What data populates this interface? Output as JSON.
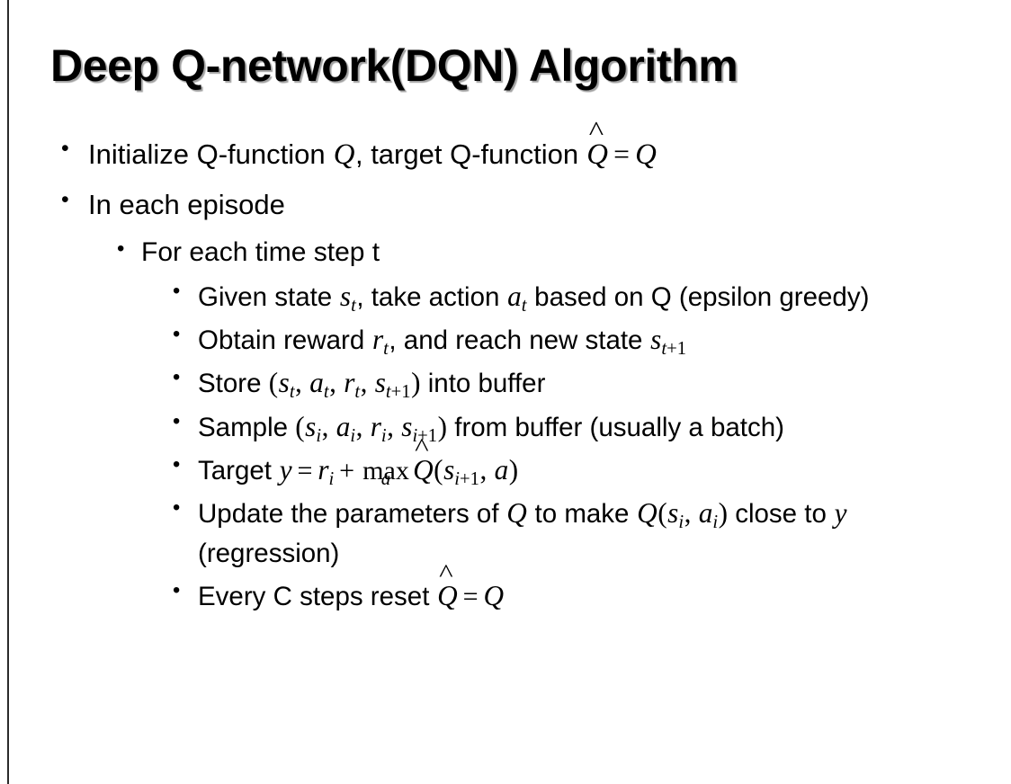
{
  "slide": {
    "title": "Deep Q-network(DQN) Algorithm",
    "background_color": "#ffffff",
    "text_color": "#000000",
    "accent_rule_color": "#2b2b2b",
    "bullet_marker": "•"
  },
  "content": {
    "items": [
      {
        "level": 1,
        "name": "bullet-initialize",
        "plain_text": "Initialize Q-function Q, target Q-function Q̂ = Q",
        "parts": [
          {
            "t": "text",
            "v": "Initialize Q-function "
          },
          {
            "t": "math",
            "v": "Q"
          },
          {
            "t": "text",
            "v": ", target Q-function "
          },
          {
            "t": "math-hat",
            "v": "Q"
          },
          {
            "t": "op",
            "v": "="
          },
          {
            "t": "math",
            "v": "Q"
          }
        ]
      },
      {
        "level": 1,
        "name": "bullet-in-each-episode",
        "plain_text": "In each episode",
        "parts": [
          {
            "t": "text",
            "v": "In each episode"
          }
        ]
      },
      {
        "level": 2,
        "name": "bullet-for-each-time-step",
        "plain_text": "For each time step t",
        "parts": [
          {
            "t": "text",
            "v": "For each time step t"
          }
        ]
      },
      {
        "level": 3,
        "name": "bullet-given-state",
        "plain_text": "Given state s_t, take action a_t based on Q (epsilon greedy)",
        "parts": [
          {
            "t": "text",
            "v": "Given state "
          },
          {
            "t": "math",
            "v": "s",
            "sub": "t"
          },
          {
            "t": "text",
            "v": ", take action "
          },
          {
            "t": "math",
            "v": "a",
            "sub": "t"
          },
          {
            "t": "text",
            "v": " based on Q (epsilon greedy)"
          }
        ]
      },
      {
        "level": 3,
        "name": "bullet-obtain-reward",
        "plain_text": "Obtain reward r_t, and reach new state s_{t+1}",
        "parts": [
          {
            "t": "text",
            "v": "Obtain reward "
          },
          {
            "t": "math",
            "v": "r",
            "sub": "t"
          },
          {
            "t": "text",
            "v": ", and reach new state "
          },
          {
            "t": "math",
            "v": "s",
            "sub": "t+1"
          }
        ]
      },
      {
        "level": 3,
        "name": "bullet-store",
        "plain_text": "Store (s_t, a_t, r_t, s_{t+1}) into buffer",
        "parts": [
          {
            "t": "text",
            "v": "Store "
          },
          {
            "t": "mupright",
            "v": "("
          },
          {
            "t": "math",
            "v": "s",
            "sub": "t"
          },
          {
            "t": "mupright",
            "v": ", "
          },
          {
            "t": "math",
            "v": "a",
            "sub": "t"
          },
          {
            "t": "mupright",
            "v": ", "
          },
          {
            "t": "math",
            "v": "r",
            "sub": "t"
          },
          {
            "t": "mupright",
            "v": ", "
          },
          {
            "t": "math",
            "v": "s",
            "sub": "t+1"
          },
          {
            "t": "mupright",
            "v": ")"
          },
          {
            "t": "text",
            "v": " into buffer"
          }
        ]
      },
      {
        "level": 3,
        "name": "bullet-sample",
        "plain_text": "Sample (s_i, a_i, r_i, s_{i+1}) from buffer (usually a batch)",
        "parts": [
          {
            "t": "text",
            "v": "Sample "
          },
          {
            "t": "mupright",
            "v": "("
          },
          {
            "t": "math",
            "v": "s",
            "sub": "i"
          },
          {
            "t": "mupright",
            "v": ", "
          },
          {
            "t": "math",
            "v": "a",
            "sub": "i"
          },
          {
            "t": "mupright",
            "v": ", "
          },
          {
            "t": "math",
            "v": "r",
            "sub": "i"
          },
          {
            "t": "mupright",
            "v": ", "
          },
          {
            "t": "math",
            "v": "s",
            "sub": "i+1"
          },
          {
            "t": "mupright",
            "v": ")"
          },
          {
            "t": "text",
            "v": " from buffer (usually a batch)"
          }
        ]
      },
      {
        "level": 3,
        "name": "bullet-target",
        "plain_text": "Target y = r_i + max_a Q̂(s_{i+1}, a)",
        "parts": [
          {
            "t": "text",
            "v": "Target "
          },
          {
            "t": "math",
            "v": "y"
          },
          {
            "t": "op",
            "v": "="
          },
          {
            "t": "math",
            "v": "r",
            "sub": "i"
          },
          {
            "t": "op",
            "v": "+"
          },
          {
            "t": "max",
            "v": "max",
            "under": "a"
          },
          {
            "t": "math-hat",
            "v": "Q"
          },
          {
            "t": "mupright",
            "v": "("
          },
          {
            "t": "math",
            "v": "s",
            "sub": "i+1"
          },
          {
            "t": "mupright",
            "v": ", "
          },
          {
            "t": "math",
            "v": "a"
          },
          {
            "t": "mupright",
            "v": ")"
          }
        ]
      },
      {
        "level": 3,
        "name": "bullet-update-parameters",
        "plain_text": "Update the parameters of Q to make Q(s_i, a_i) close to y (regression)",
        "parts": [
          {
            "t": "text",
            "v": "Update the parameters of "
          },
          {
            "t": "math",
            "v": "Q"
          },
          {
            "t": "text",
            "v": " to make "
          },
          {
            "t": "math",
            "v": "Q"
          },
          {
            "t": "mupright",
            "v": "("
          },
          {
            "t": "math",
            "v": "s",
            "sub": "i"
          },
          {
            "t": "mupright",
            "v": ", "
          },
          {
            "t": "math",
            "v": "a",
            "sub": "i"
          },
          {
            "t": "mupright",
            "v": ")"
          },
          {
            "t": "text",
            "v": " close to "
          },
          {
            "t": "math",
            "v": "y"
          },
          {
            "t": "text",
            "v": " (regression)"
          }
        ]
      },
      {
        "level": 3,
        "name": "bullet-every-c-steps",
        "plain_text": "Every C steps reset Q̂ = Q",
        "parts": [
          {
            "t": "text",
            "v": "Every C steps reset "
          },
          {
            "t": "math-hat",
            "v": "Q"
          },
          {
            "t": "op",
            "v": "="
          },
          {
            "t": "math",
            "v": "Q"
          }
        ]
      }
    ]
  }
}
